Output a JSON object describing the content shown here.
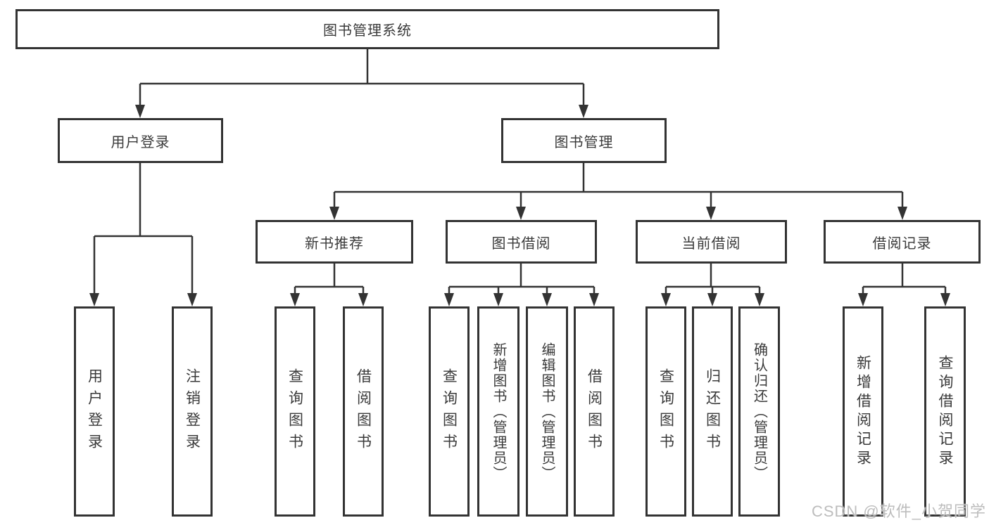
{
  "diagram_type": "org-chart",
  "colors": {
    "line": "#333333",
    "text": "#3a3a3a",
    "watermark": "#bdbdbd",
    "background": "#ffffff"
  },
  "tree": {
    "root": {
      "label": "图书管理系统"
    },
    "branches": [
      {
        "label": "用户登录",
        "children": [
          {
            "label": "用户登录"
          },
          {
            "label": "注销登录"
          }
        ]
      },
      {
        "label": "图书管理",
        "children": [
          {
            "label": "新书推荐",
            "children": [
              {
                "label": "查询图书"
              },
              {
                "label": "借阅图书"
              }
            ]
          },
          {
            "label": "图书借阅",
            "children": [
              {
                "label": "查询图书"
              },
              {
                "label": "新增图书（管理员）"
              },
              {
                "label": "编辑图书（管理员）"
              },
              {
                "label": "借阅图书"
              }
            ]
          },
          {
            "label": "当前借阅",
            "children": [
              {
                "label": "查询图书"
              },
              {
                "label": "归还图书"
              },
              {
                "label": "确认归还（管理员）"
              }
            ]
          },
          {
            "label": "借阅记录",
            "children": [
              {
                "label": "新增借阅记录"
              },
              {
                "label": "查询借阅记录"
              }
            ]
          }
        ]
      }
    ]
  },
  "watermark": {
    "text": "CSDN @软件_小贺同学"
  }
}
